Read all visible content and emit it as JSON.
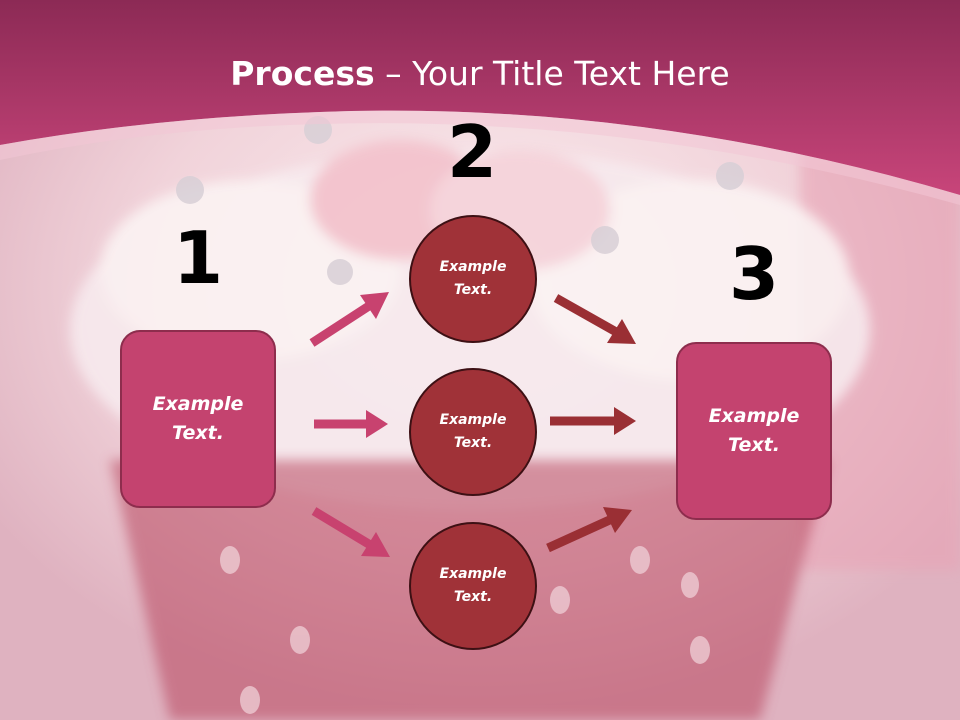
{
  "slide": {
    "title_bold": "Process",
    "title_rest": " – Your Title Text Here"
  },
  "steps": {
    "n1": "1",
    "n2": "2",
    "n3": "3"
  },
  "boxes": {
    "left": "Example Text.",
    "right": "Example Text."
  },
  "circles": {
    "top": "Example Text.",
    "middle": "Example Text.",
    "bottom": "Example Text."
  },
  "colors": {
    "header": "#c23c6b",
    "box": "#c4436f",
    "circle": "#a03238",
    "arrow_in": "#c8426f",
    "arrow_out": "#9a2f34"
  }
}
